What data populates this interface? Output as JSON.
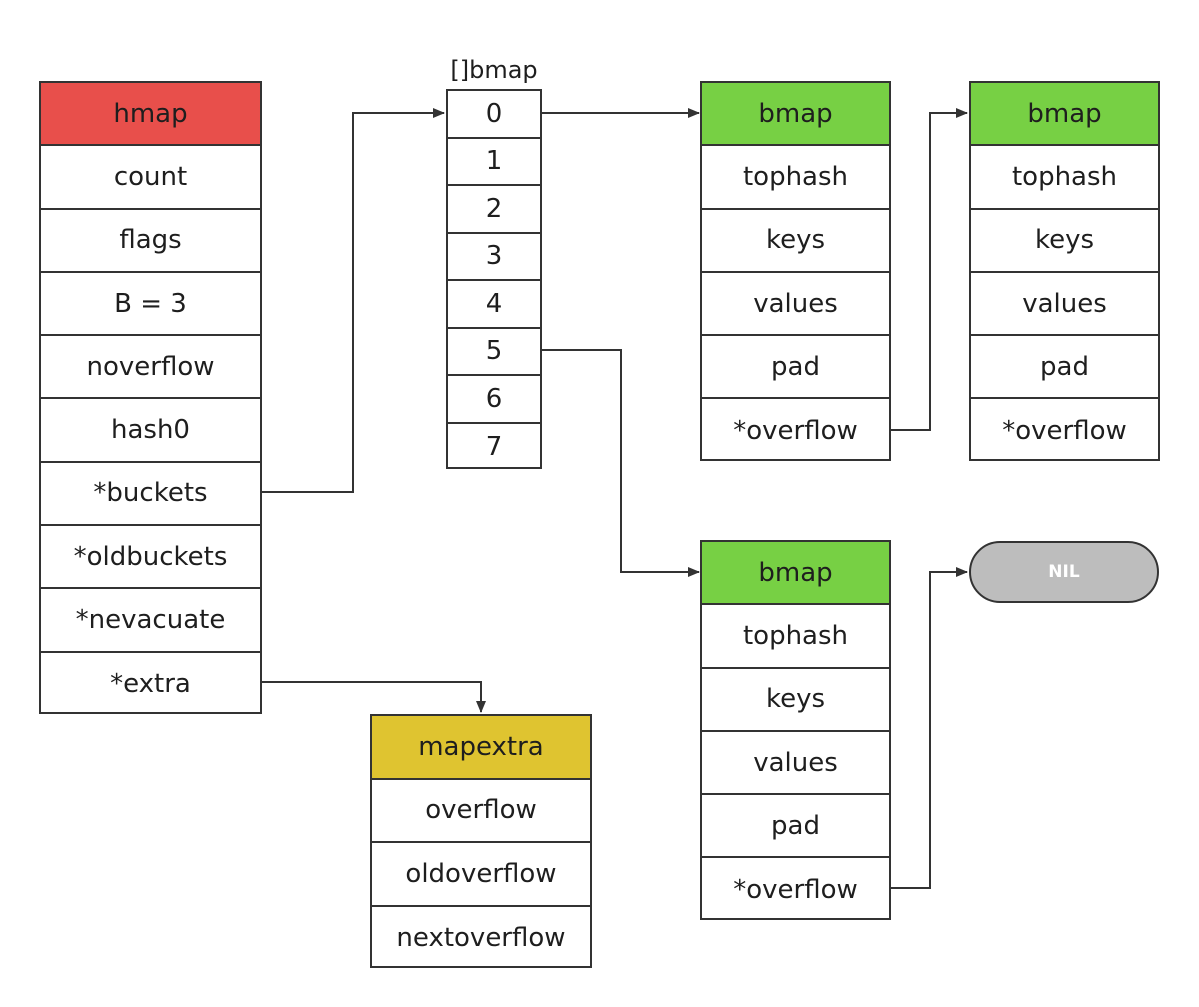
{
  "hmap": {
    "title": "hmap",
    "fields": [
      "count",
      "flags",
      "B = 3",
      "noverflow",
      "hash0",
      "*buckets",
      "*oldbuckets",
      "*nevacuate",
      "*extra"
    ]
  },
  "bmap_array": {
    "label": "[]bmap",
    "indices": [
      "0",
      "1",
      "2",
      "3",
      "4",
      "5",
      "6",
      "7"
    ]
  },
  "bmap_top_left": {
    "title": "bmap",
    "fields": [
      "tophash",
      "keys",
      "values",
      "pad",
      "*overflow"
    ]
  },
  "bmap_top_right": {
    "title": "bmap",
    "fields": [
      "tophash",
      "keys",
      "values",
      "pad",
      "*overflow"
    ]
  },
  "bmap_bottom": {
    "title": "bmap",
    "fields": [
      "tophash",
      "keys",
      "values",
      "pad",
      "*overflow"
    ]
  },
  "mapextra": {
    "title": "mapextra",
    "fields": [
      "overflow",
      "oldoverflow",
      "nextoverflow"
    ]
  },
  "nil": {
    "label": "NIL"
  },
  "colors": {
    "hmap_header": "#e84f4b",
    "bmap_header": "#77d044",
    "mapextra_header": "#dfc430",
    "nil_fill": "#bdbdbd",
    "line": "#333333"
  }
}
